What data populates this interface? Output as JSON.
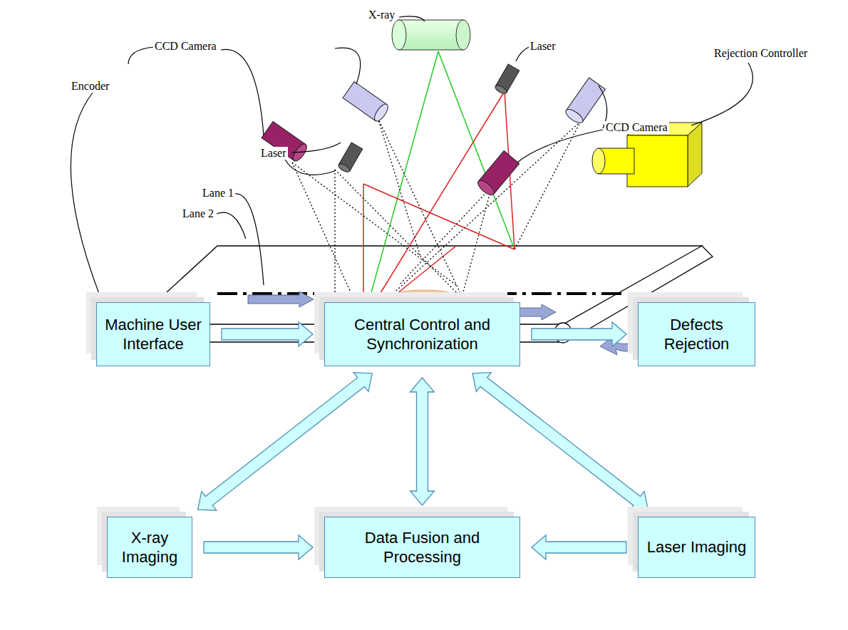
{
  "diagram": {
    "nodes": [
      {
        "text": [
          "Machine User Interface"
        ]
      },
      {
        "text": [
          "Central Control and Synchronization"
        ]
      },
      {
        "text": [
          "Defects Rejection"
        ]
      },
      {
        "text": [
          "X-ray Imaging"
        ]
      },
      {
        "text": [
          "Data Fusion and Processing"
        ]
      },
      {
        "text": [
          "Laser Imaging"
        ]
      }
    ],
    "edges": [
      {
        "from": 0,
        "to": 1,
        "arrow": "to"
      },
      {
        "from": 1,
        "to": 2,
        "arrow": "to"
      },
      {
        "from": 1,
        "to": 3,
        "arrow": "both"
      },
      {
        "from": 1,
        "to": 4,
        "arrow": "both"
      },
      {
        "from": 1,
        "to": 5,
        "arrow": "both"
      },
      {
        "from": 3,
        "to": 4,
        "arrow": "to"
      },
      {
        "from": 5,
        "to": 4,
        "arrow": "to"
      }
    ],
    "labels": [
      "X-ray",
      "Laser",
      "CCD Camera",
      "Rejection Controller",
      "CCD Camera",
      "Laser",
      "Encoder",
      "Lane 1",
      "Lane 2"
    ]
  }
}
